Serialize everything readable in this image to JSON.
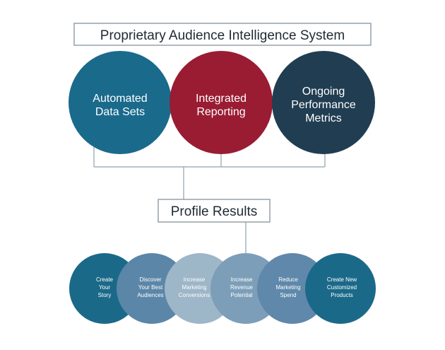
{
  "title": "Proprietary Audience Intelligence System",
  "middle_label": "Profile Results",
  "colors": {
    "circle_teal": "#1a6a8c",
    "circle_red": "#991c33",
    "circle_navy": "#213d51",
    "box_border": "#7a8a94",
    "connector": "#8da2ae",
    "text_dark": "#1e2a33",
    "text_light": "#ffffff",
    "result_1": "#1b6989",
    "result_2": "#5b86a8",
    "result_3": "#9db6c8",
    "result_4": "#7d9eb8",
    "result_5": "#5f88aa",
    "result_6": "#1b6989"
  },
  "top_circles": [
    {
      "line1": "Automated",
      "line2": "Data Sets",
      "line3": ""
    },
    {
      "line1": "Integrated",
      "line2": "Reporting",
      "line3": ""
    },
    {
      "line1": "Ongoing",
      "line2": "Performance",
      "line3": "Metrics"
    }
  ],
  "results": [
    {
      "line1": "Create",
      "line2": "Your",
      "line3": "Story"
    },
    {
      "line1": "Discover",
      "line2": "Your Best",
      "line3": "Audiences"
    },
    {
      "line1": "Increase",
      "line2": "Marketing",
      "line3": "Conversions"
    },
    {
      "line1": "Increase",
      "line2": "Revenue",
      "line3": "Potential"
    },
    {
      "line1": "Reduce",
      "line2": "Marketing",
      "line3": "Spend"
    },
    {
      "line1": "Create New",
      "line2": "Customized",
      "line3": "Products"
    }
  ]
}
